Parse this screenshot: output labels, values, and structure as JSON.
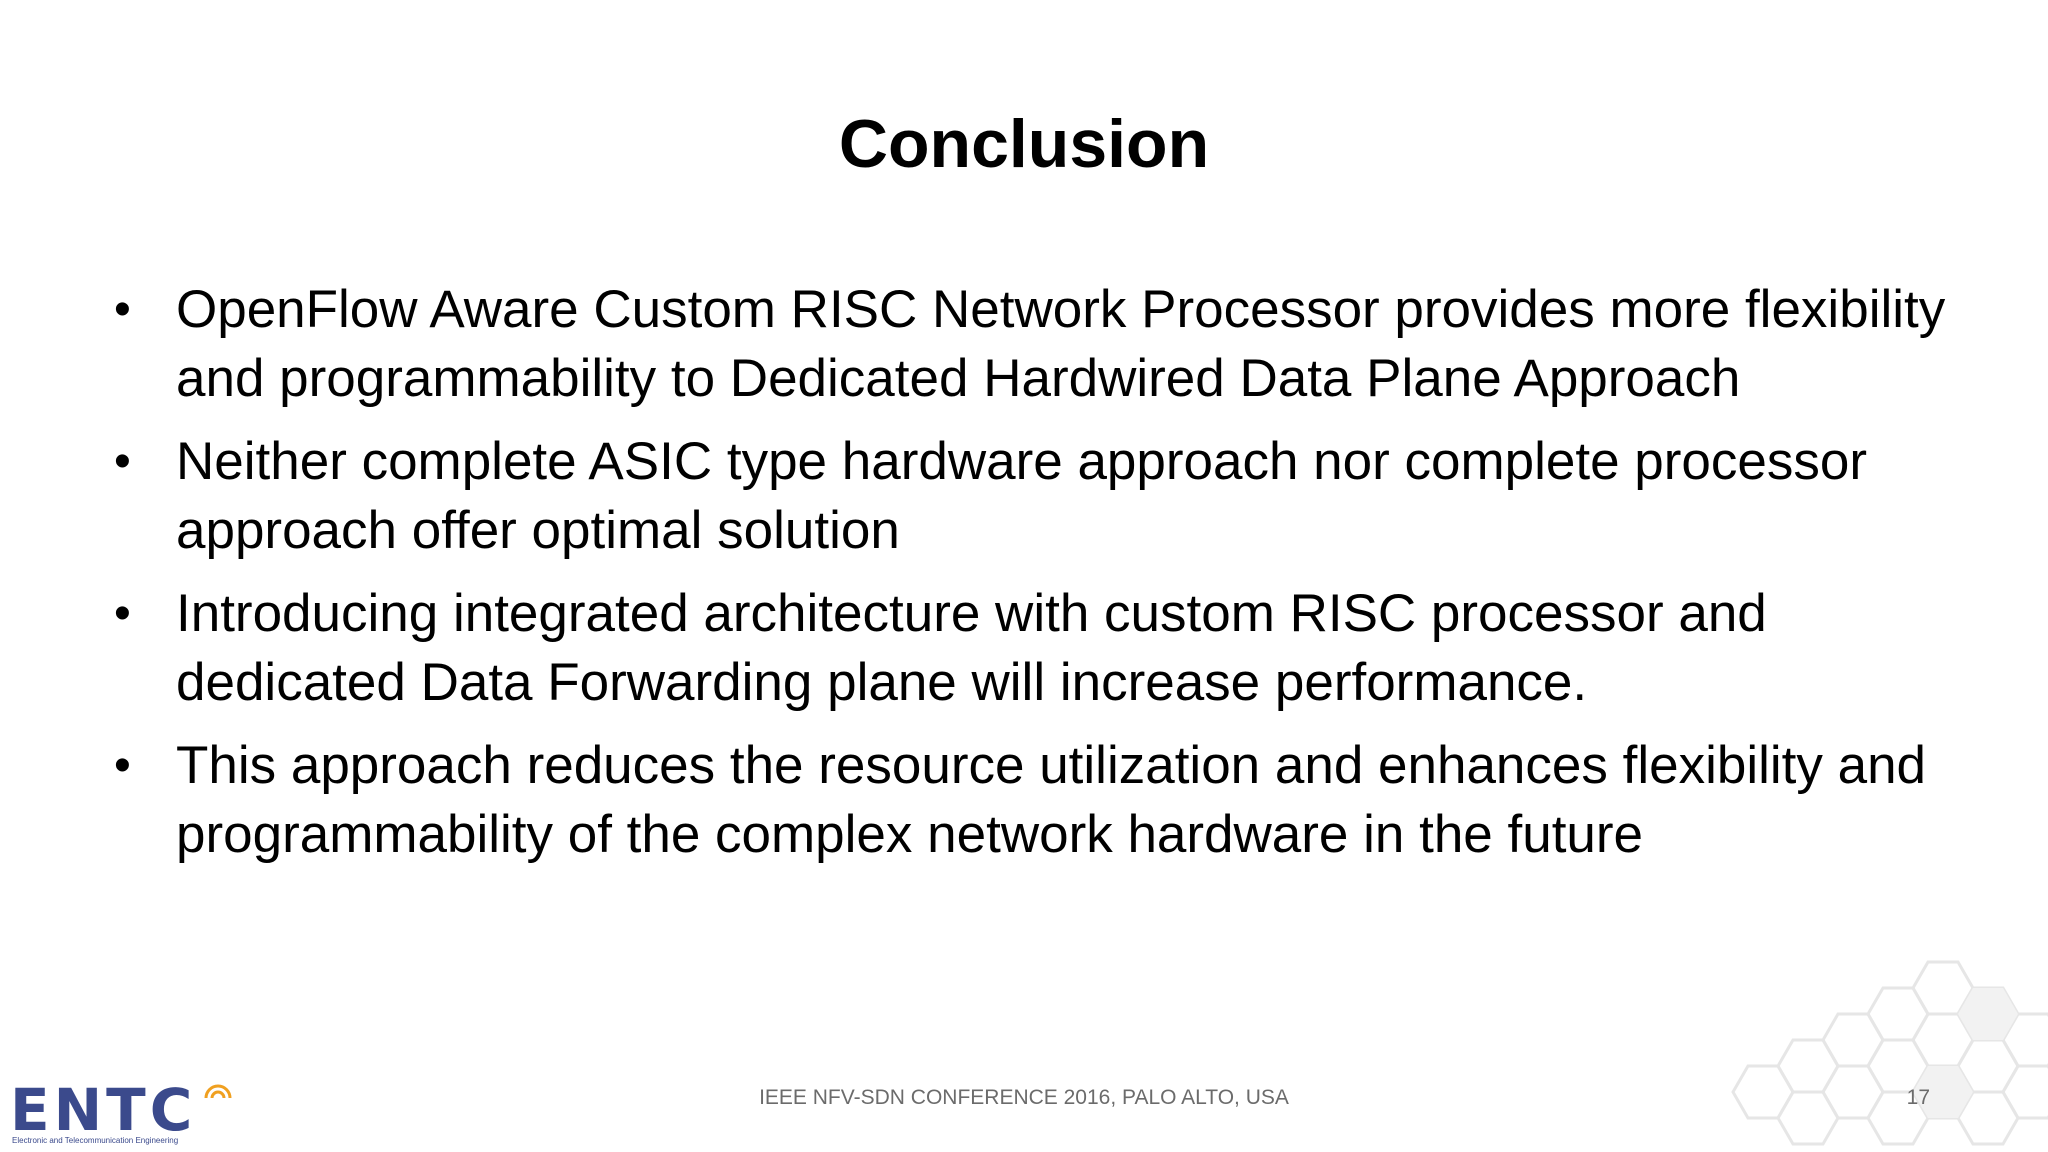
{
  "slide": {
    "title": "Conclusion",
    "bullets": [
      "OpenFlow Aware Custom RISC Network Processor provides more flexibility and programmability to Dedicated Hardwired Data Plane Approach",
      "Neither complete ASIC type hardware approach nor complete processor approach offer optimal solution",
      "Introducing integrated architecture with custom RISC processor and dedicated Data Forwarding plane will increase performance.",
      "This approach reduces the resource utilization and enhances flexibility and programmability of the complex network hardware in the future"
    ],
    "bullet_symbol": "•"
  },
  "footer": {
    "conference": "IEEE NFV-SDN CONFERENCE 2016, PALO ALTO, USA",
    "page_number": "17"
  },
  "logo": {
    "letters": "ENTC",
    "subtitle": "Electronic and Telecommunication Engineering",
    "color": "#3b4a8c",
    "accent_color": "#f0a020"
  },
  "decoration": {
    "icon": "hexagon-pattern",
    "color": "#e6e6e6"
  }
}
